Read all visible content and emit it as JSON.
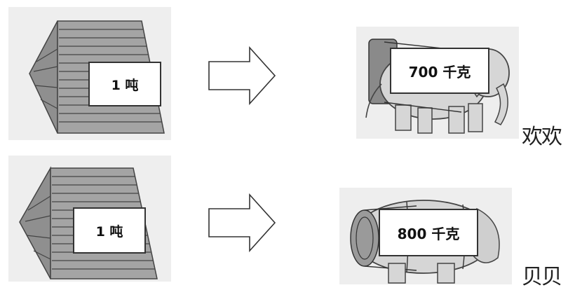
{
  "rows": [
    {
      "pile_label": "1 吨",
      "elephant_label": "700 千克",
      "name": "欢欢"
    },
    {
      "pile_label": "1 吨",
      "elephant_label": "800 千克",
      "name": "贝贝"
    }
  ],
  "icons": {
    "pile": "wood-pile-icon",
    "arrow": "right-arrow-icon",
    "elephant": "elephant-icon"
  }
}
